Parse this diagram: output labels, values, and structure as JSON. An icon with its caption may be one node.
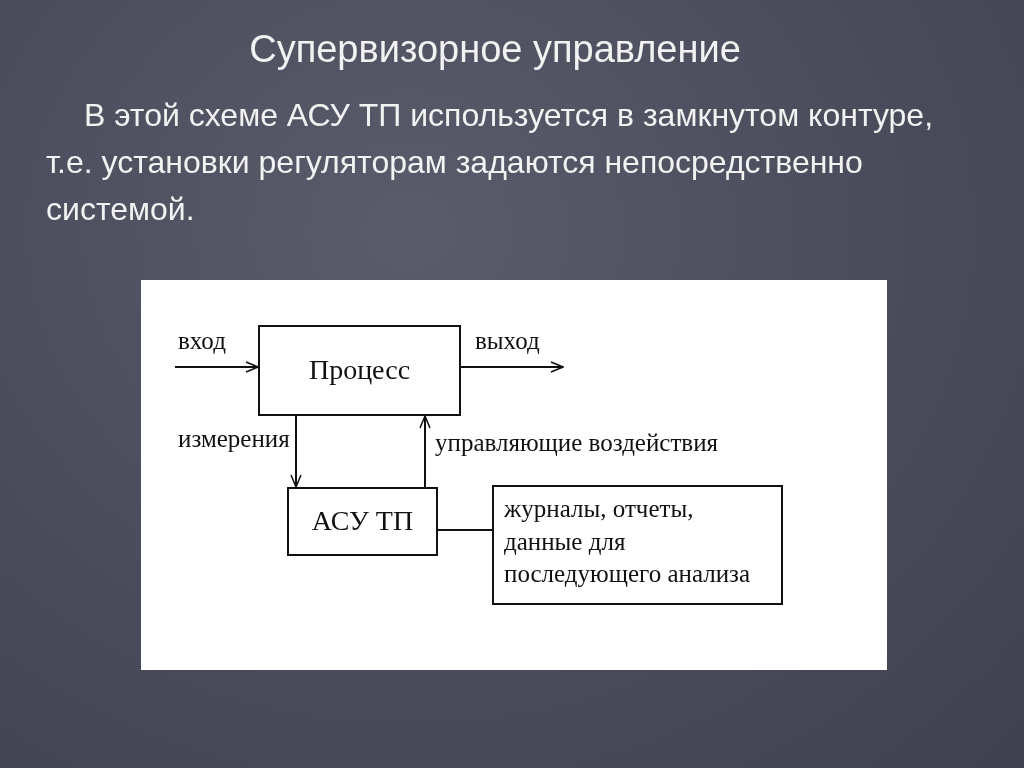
{
  "diagram": {
    "title": "Супервизорное управление",
    "nodes": [
      {
        "text": [
          "Процесс"
        ]
      },
      {
        "text": [
          "АСУ ТП"
        ]
      },
      {
        "text": [
          "журналы, отчеты, данные для последующего анализа"
        ]
      }
    ],
    "edges": [
      {
        "from": null,
        "to": 0,
        "arrow": "to",
        "label": "вход"
      },
      {
        "from": 0,
        "to": null,
        "arrow": "to",
        "label": "выход"
      },
      {
        "from": 0,
        "to": 1,
        "arrow": "to",
        "label": "измерения"
      },
      {
        "from": 1,
        "to": 0,
        "arrow": "to",
        "label": "управляющие воздействия"
      },
      {
        "from": 1,
        "to": 2,
        "arrow": "none"
      }
    ],
    "labels": [
      "В этой схеме АСУ ТП используется в замкнутом контуре, т.е. установки регуляторам задаются непосредственно системой."
    ]
  }
}
